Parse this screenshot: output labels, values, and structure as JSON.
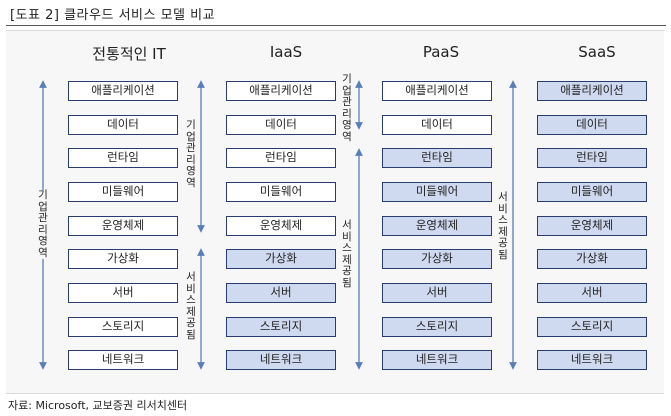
{
  "title": "[도표 2] 클라우드 서비스 모델 비교",
  "source": "자료: Microsoft, 교보증권 리서치센터",
  "columns": [
    {
      "header": "전통적인 IT"
    },
    {
      "header": "IaaS"
    },
    {
      "header": "PaaS"
    },
    {
      "header": "SaaS"
    }
  ],
  "layers": [
    "애플리케이션",
    "데이터",
    "런타임",
    "미들웨어",
    "운영체제",
    "가상화",
    "서버",
    "스토리지",
    "네트워크"
  ],
  "shaded_counts": {
    "traditional": 0,
    "iaas": 4,
    "paas": 7,
    "saas": 9
  },
  "labels": {
    "enterprise_area": "기업관리 영역",
    "service_provided": "서비스제공됨"
  },
  "colors": {
    "box_border": "#2a3b6e",
    "shaded_fill": "#cfd9ef",
    "arrow": "#5a7fb8"
  }
}
